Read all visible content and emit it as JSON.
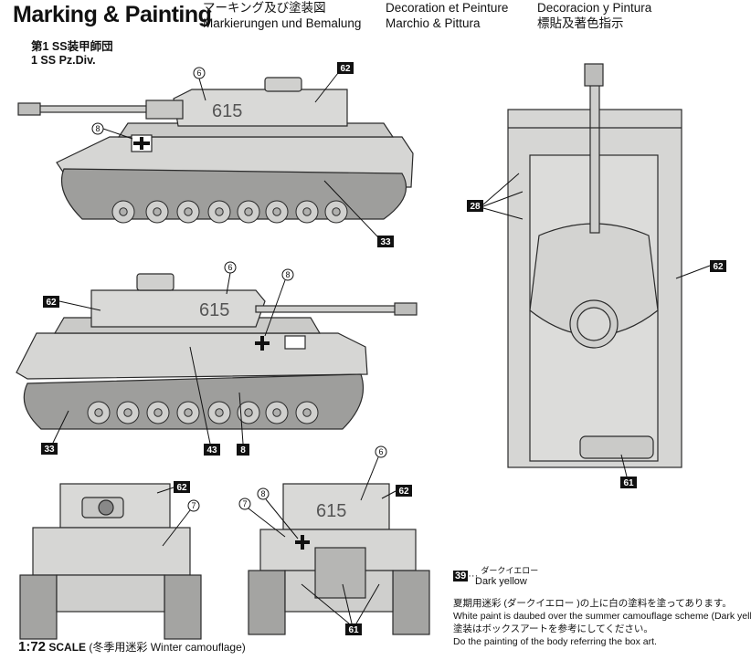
{
  "header": {
    "title": "Marking & Painting",
    "lines_col1": [
      "マーキング及び塗装図",
      "Markierungen und Bemalung"
    ],
    "lines_col2": [
      "Decoration et Peinture",
      "Marchio & Pittura"
    ],
    "lines_col3": [
      "Decoracion y Pintura",
      "標貼及著色指示"
    ]
  },
  "unit": {
    "line1": "第1 SS装甲師団",
    "line2": "1 SS Pz.Div."
  },
  "turret_number": "615",
  "callouts": {
    "c6": "6",
    "c7": "7",
    "c8": "8",
    "c28": "28",
    "c33": "33",
    "c43": "43",
    "c61": "61",
    "c62": "62"
  },
  "color_key": {
    "number": "39",
    "dots": "···",
    "jp": "ダークイエロー",
    "en": "Dark yellow"
  },
  "notes": [
    "夏期用迷彩 (ダークイエロー )の上に白の塗料を塗ってあります。",
    "White paint is daubed over the summer camouflage scheme (Dark yellow).",
    "塗装はボックスアートを参考にしてください。",
    "Do the painting of the body referring the box art."
  ],
  "scale": {
    "ratio": "1:72",
    "label": "SCALE",
    "detail": "(冬季用迷彩 Winter camouflage)"
  },
  "colors": {
    "hull": "#d6d6d4",
    "shadow": "#9c9c9a",
    "line": "#2a2a2a",
    "track": "#8a8a88"
  }
}
